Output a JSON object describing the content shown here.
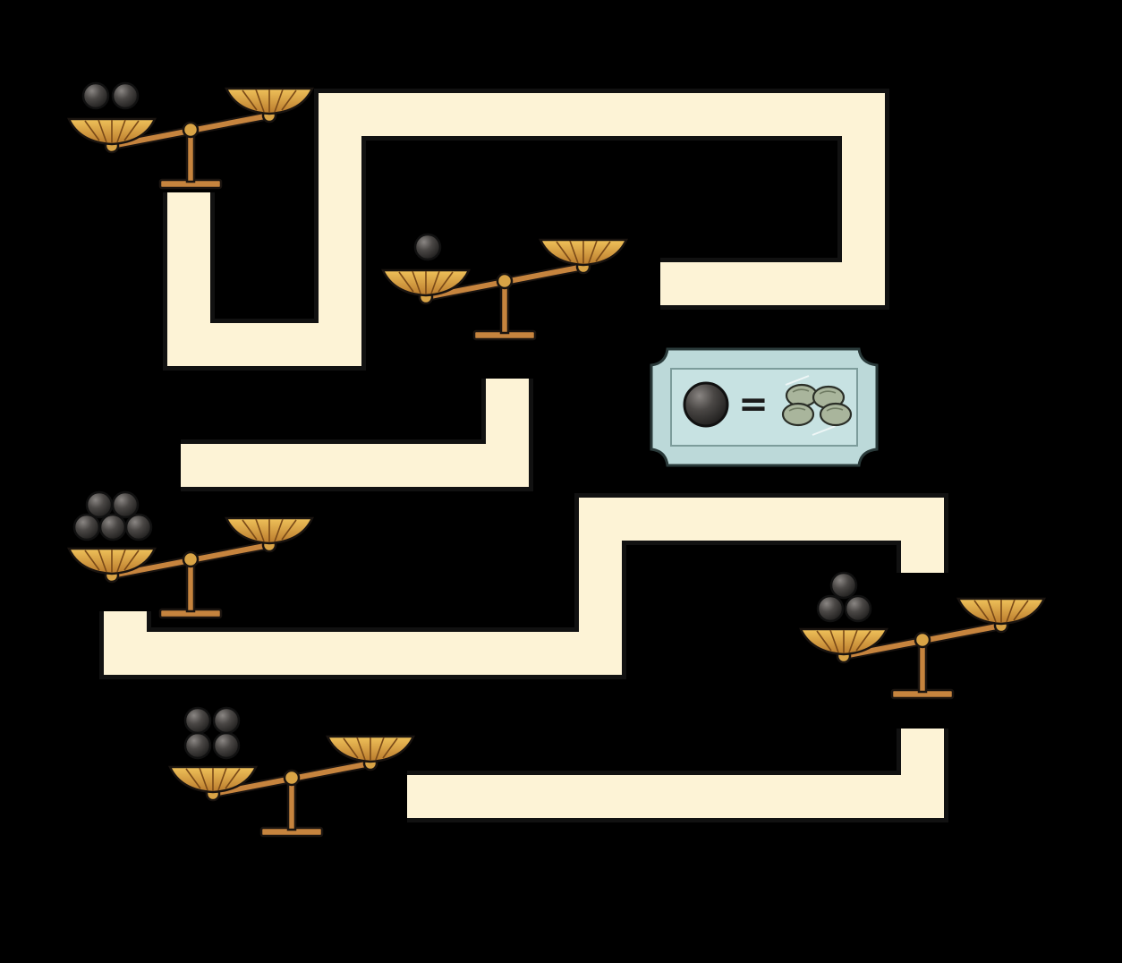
{
  "puzzle": {
    "track_color": "#fdf3d6",
    "track_outline_color": "#111111",
    "scale_color": "#c6843e",
    "pan_color": "#d9a446",
    "ball_color": "#4a4745",
    "rock_color": "#a9b59c",
    "legend": {
      "symbol": "=",
      "ball_icon": "ball-icon",
      "equals_rock_count": 4,
      "background": "#bcd9d9",
      "border": "#7c9c9b"
    },
    "scales": [
      {
        "id": "scale-1",
        "balls_in_left_pan": 2
      },
      {
        "id": "scale-2",
        "balls_in_left_pan": 1
      },
      {
        "id": "scale-3",
        "balls_in_left_pan": 5
      },
      {
        "id": "scale-4",
        "balls_in_left_pan": 3
      },
      {
        "id": "scale-5",
        "balls_in_left_pan": 4
      }
    ]
  }
}
